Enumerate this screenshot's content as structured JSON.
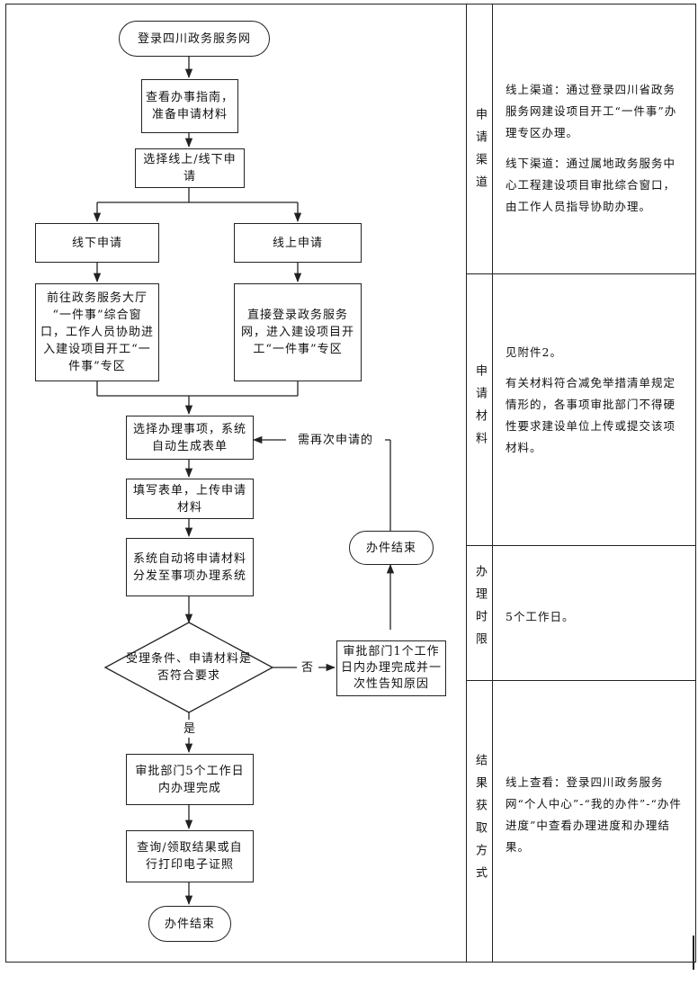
{
  "flowchart": {
    "start": "登录四川政务服务网",
    "guide": "查看办事指南，\n准备申请材料",
    "choose_channel": "选择线上/线下申\n请",
    "offline": "线下申请",
    "online": "线上申请",
    "offline_detail": "前往政务服务大厅\n“一件事”综合窗\n口，工作人员协助进\n入建设项目开工“一\n件事”专区",
    "online_detail": "直接登录政务服务\n网，进入建设项目开\n工“一件事”专区",
    "select_item": "选择办理事项，系统\n自动生成表单",
    "fill_form": "填写表单，上传申请\n材料",
    "distribute": "系统自动将申请材料\n分发至事项办理系统",
    "decision": "受理条件、申请材料是\n否符合要求",
    "reject": "审批部门1个工作\n日内办理完成并一\n次性告知原因",
    "end_reject": "办件结束",
    "reapply_label": "需再次申请的",
    "no_label": "否",
    "yes_label": "是",
    "approve": "审批部门5个工作日\n内办理完成",
    "query": "查询/领取结果或自\n行打印电子证照",
    "end": "办件结束"
  },
  "sections": [
    {
      "label": "申请渠道",
      "paragraphs": [
        "线上渠道：通过登录四川省政务服务网建设项目开工“一件事”办理专区办理。",
        "线下渠道：通过属地政务服务中心工程建设项目审批综合窗口，由工作人员指导协助办理。"
      ]
    },
    {
      "label": "申请材料",
      "paragraphs": [
        "见附件2。",
        "有关材料符合减免举措清单规定情形的，各事项审批部门不得硬性要求建设单位上传或提交该项材料。"
      ]
    },
    {
      "label": "办理时限",
      "paragraphs": [
        "5个工作日。"
      ]
    },
    {
      "label": "结果获取方式",
      "paragraphs": [
        "线上查看：登录四川政务服务网“个人中心”-“我的办件”-“办件进度”中查看办理进度和办理结果。"
      ]
    }
  ]
}
